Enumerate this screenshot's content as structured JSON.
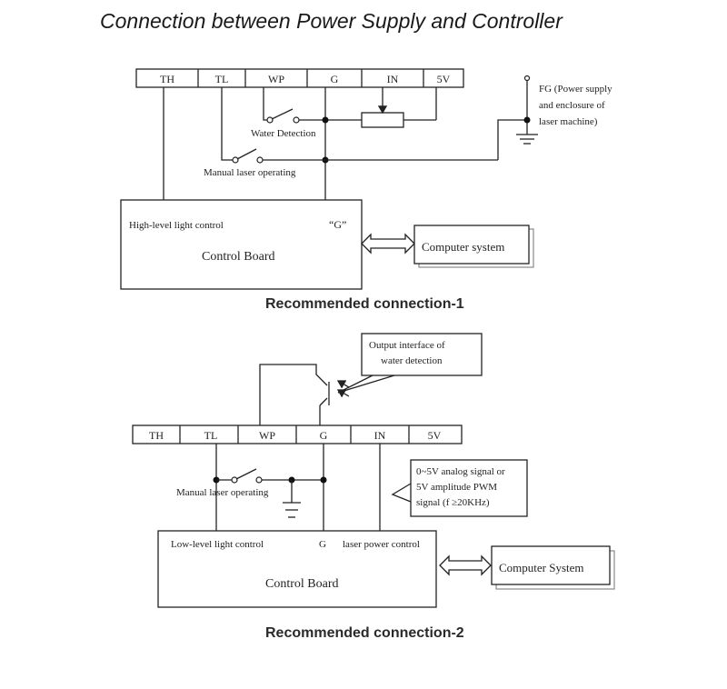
{
  "title": "Connection between Power Supply and Controller",
  "diagram1": {
    "terminals": [
      "TH",
      "TL",
      "WP",
      "G",
      "IN",
      "5V"
    ],
    "water_detection": "Water Detection",
    "manual_laser": "Manual laser operating",
    "fg_lines": [
      "FG  (Power  supply",
      "and   enclosure   of",
      "laser machine)"
    ],
    "board_left_label": "High-level light control",
    "board_g_label": "“G”",
    "board_title": "Control Board",
    "computer": "Computer system",
    "caption": "Recommended connection-1"
  },
  "diagram2": {
    "terminals": [
      "TH",
      "TL",
      "WP",
      "G",
      "IN",
      "5V"
    ],
    "output_lines": [
      "Output    interface    of",
      "water detection"
    ],
    "manual_laser": "Manual laser operating",
    "signal_lines": [
      "0~5V  analog  signal  or",
      "5V      amplitude    PWM",
      "signal (f  ≥20KHz)"
    ],
    "board_left_label": "Low-level light control",
    "board_g_label": "G",
    "board_right_label": "laser power control",
    "board_title": "Control Board",
    "computer": "Computer System",
    "caption": "Recommended connection-2"
  }
}
